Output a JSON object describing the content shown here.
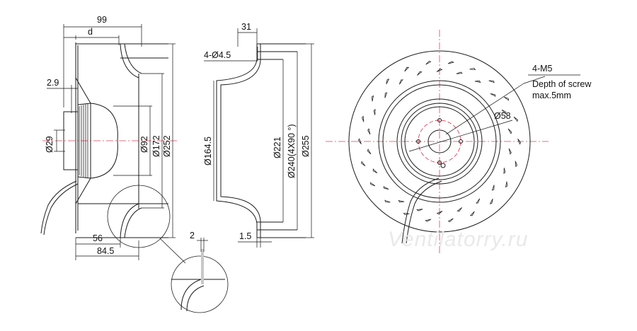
{
  "labels": {
    "d99": "99",
    "d_d": "d",
    "d29_gap": "2.9",
    "d29": "Ø29",
    "d92": "Ø92",
    "d172": "Ø172",
    "d252": "Ø252",
    "d56": "56",
    "d84_5": "84.5",
    "d2": "2",
    "d31": "31",
    "holes": "4-Ø4.5",
    "d164_5": "Ø164.5",
    "d221": "Ø221",
    "d240": "Ø240(4X90 °)",
    "d255": "Ø255",
    "d1_5": "1.5",
    "m5": "4-M5",
    "screw1": "Depth of screw",
    "screw2": "max.5mm",
    "d58": "Ø58"
  },
  "watermark": "Ventilatorry.ru",
  "colors": {
    "line": "#1a1a1a",
    "centerline": "#e0405a",
    "watermark": "#e9e9e9"
  }
}
